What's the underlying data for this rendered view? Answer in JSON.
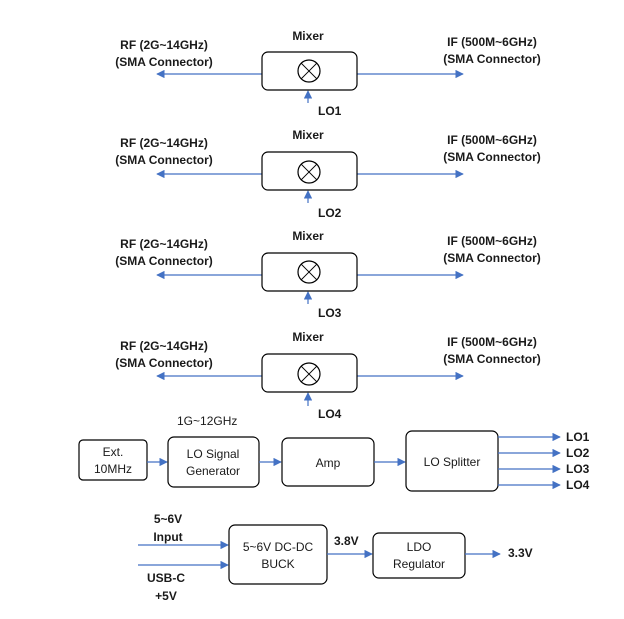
{
  "mixers": [
    {
      "title": "Mixer",
      "rf_line1": "RF (2G~14GHz)",
      "rf_line2": "(SMA Connector)",
      "if_line1": "IF (500M~6GHz)",
      "if_line2": "(SMA Connector)",
      "lo": "LO1"
    },
    {
      "title": "Mixer",
      "rf_line1": "RF (2G~14GHz)",
      "rf_line2": "(SMA Connector)",
      "if_line1": "IF (500M~6GHz)",
      "if_line2": "(SMA Connector)",
      "lo": "LO2"
    },
    {
      "title": "Mixer",
      "rf_line1": "RF (2G~14GHz)",
      "rf_line2": "(SMA Connector)",
      "if_line1": "IF (500M~6GHz)",
      "if_line2": "(SMA Connector)",
      "lo": "LO3"
    },
    {
      "title": "Mixer",
      "rf_line1": "RF (2G~14GHz)",
      "rf_line2": "(SMA Connector)",
      "if_line1": "IF (500M~6GHz)",
      "if_line2": "(SMA Connector)",
      "lo": "LO4"
    }
  ],
  "lo_chain": {
    "freq_label": "1G~12GHz",
    "ext_ref_line1": "Ext.",
    "ext_ref_line2": "10MHz",
    "generator_line1": "LO Signal",
    "generator_line2": "Generator",
    "amp": "Amp",
    "splitter": "LO Splitter",
    "outputs": [
      "LO1",
      "LO2",
      "LO3",
      "LO4"
    ]
  },
  "power": {
    "input_line1": "5~6V",
    "input_line2": "Input",
    "usbc_line1": "USB-C",
    "usbc_line2": "+5V",
    "buck_line1": "5~6V DC-DC",
    "buck_line2": "BUCK",
    "mid_voltage": "3.8V",
    "ldo_line1": "LDO",
    "ldo_line2": "Regulator",
    "output_voltage": "3.3V"
  },
  "colors": {
    "wire": "#4472c4",
    "box_stroke": "#000000",
    "text": "#1a1a1a"
  }
}
